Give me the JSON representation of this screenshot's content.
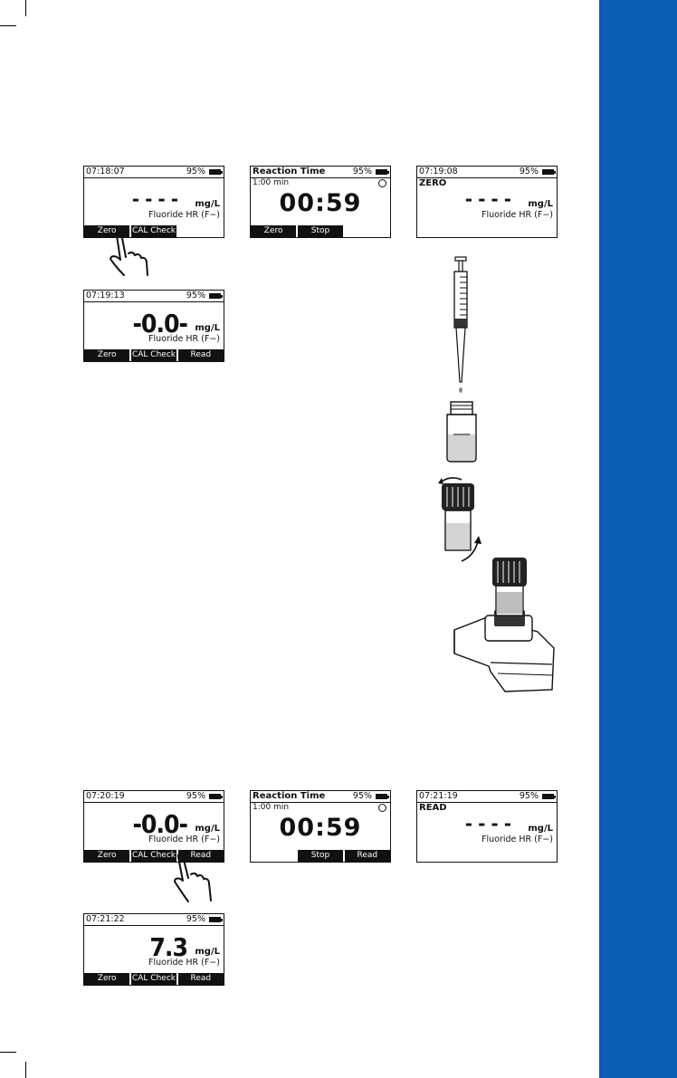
{
  "page": {
    "accent_color": "#0a5cb4"
  },
  "screens": [
    {
      "id": "s1",
      "time": "07:18:07",
      "battery": "95%",
      "value": "----",
      "unit": "mg/L",
      "param": "Fluoride HR (F−)",
      "keys": [
        "Zero",
        "CAL Check",
        ""
      ]
    },
    {
      "id": "s2",
      "title": "Reaction Time",
      "battery": "95%",
      "sub": "1:00 min",
      "timer": "00:59",
      "keys": [
        "Zero",
        "Stop",
        ""
      ]
    },
    {
      "id": "s3",
      "time": "07:19:08",
      "battery": "95%",
      "mode": "ZERO",
      "value": "----",
      "unit": "mg/L",
      "param": "Fluoride HR (F−)",
      "keys": []
    },
    {
      "id": "s4",
      "time": "07:19:13",
      "battery": "95%",
      "value": "-0.0-",
      "unit": "mg/L",
      "param": "Fluoride HR (F−)",
      "keys": [
        "Zero",
        "CAL Check",
        "Read"
      ]
    },
    {
      "id": "s5",
      "time": "07:20:19",
      "battery": "95%",
      "value": "-0.0-",
      "unit": "mg/L",
      "param": "Fluoride HR (F−)",
      "keys": [
        "Zero",
        "CAL Check",
        "Read"
      ]
    },
    {
      "id": "s6",
      "title": "Reaction Time",
      "battery": "95%",
      "sub": "1:00 min",
      "timer": "00:59",
      "keys": [
        "",
        "Stop",
        "Read"
      ]
    },
    {
      "id": "s7",
      "time": "07:21:19",
      "battery": "95%",
      "mode": "READ",
      "value": "----",
      "unit": "mg/L",
      "param": "Fluoride HR (F−)",
      "keys": []
    },
    {
      "id": "s8",
      "time": "07:21:22",
      "battery": "95%",
      "value": "7.3",
      "unit": "mg/L",
      "param": "Fluoride HR (F−)",
      "keys": [
        "Zero",
        "CAL Check",
        "Read"
      ]
    }
  ]
}
